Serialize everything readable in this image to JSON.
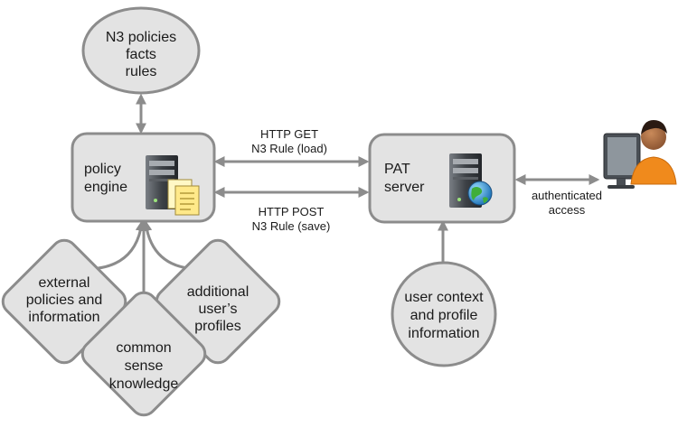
{
  "nodes": {
    "policies_bubble": [
      "N3 policies",
      "facts",
      "rules"
    ],
    "policy_engine": [
      "policy",
      "engine"
    ],
    "pat_server": [
      "PAT",
      "server"
    ],
    "external_policies": [
      "external",
      "policies and",
      "information"
    ],
    "common_sense": [
      "common",
      "sense",
      "knowledge"
    ],
    "additional_profiles": [
      "additional",
      "user’s",
      "profiles"
    ],
    "user_context": [
      "user context",
      "and profile",
      "information"
    ]
  },
  "edges": {
    "get_label": [
      "HTTP GET",
      "N3 Rule (load)"
    ],
    "post_label": [
      "HTTP POST",
      "N3 Rule (save)"
    ],
    "auth_label": [
      "authenticated",
      "access"
    ]
  },
  "icons": {
    "engine": "server-with-documents-icon",
    "pat": "server-with-globe-icon",
    "user": "user-at-computer-icon"
  },
  "colors": {
    "node_fill": "#e3e3e3",
    "node_stroke": "#8c8c8c",
    "arrow": "#8c8c8c",
    "user_orange": "#f08a1c"
  }
}
